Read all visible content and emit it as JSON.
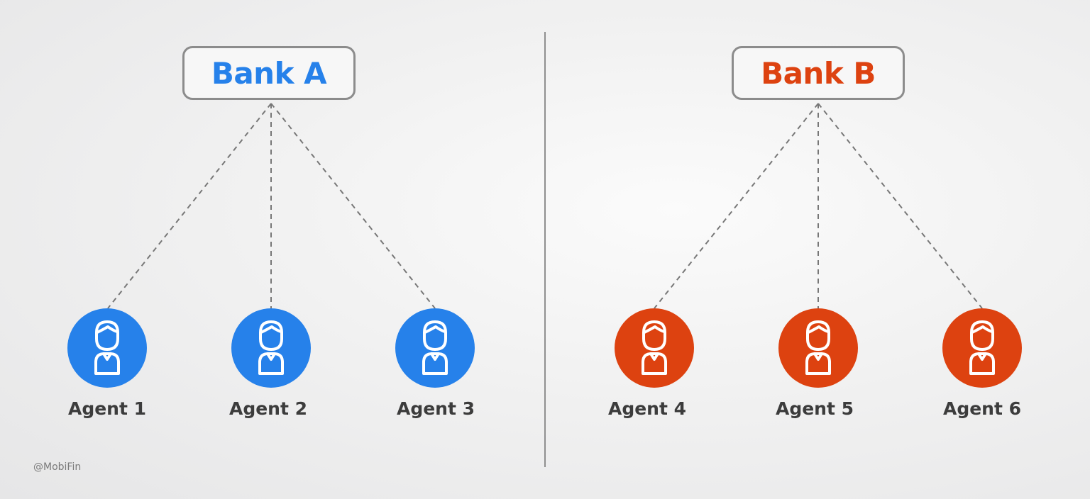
{
  "banks": [
    {
      "label": "Bank A",
      "color": "#2681ea"
    },
    {
      "label": "Bank B",
      "color": "#dd4210"
    }
  ],
  "agents": [
    {
      "label": "Agent 1",
      "bank": 0,
      "icon": "person-icon"
    },
    {
      "label": "Agent 2",
      "bank": 0,
      "icon": "person-icon"
    },
    {
      "label": "Agent 3",
      "bank": 0,
      "icon": "person-icon"
    },
    {
      "label": "Agent 4",
      "bank": 1,
      "icon": "person-icon"
    },
    {
      "label": "Agent 5",
      "bank": 1,
      "icon": "person-icon"
    },
    {
      "label": "Agent 6",
      "bank": 1,
      "icon": "person-icon"
    }
  ],
  "connector_color": "#777777",
  "watermark": "@MobiFin"
}
